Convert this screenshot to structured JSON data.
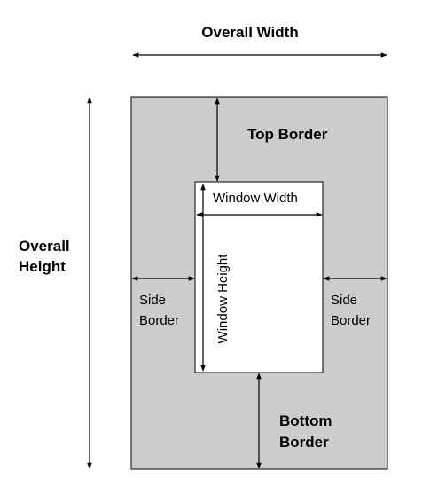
{
  "labels": {
    "overall_width": "Overall Width",
    "overall_height_line1": "Overall",
    "overall_height_line2": "Height",
    "top_border": "Top Border",
    "window_width": "Window Width",
    "window_height": "Window Height",
    "side_border_left_line1": "Side",
    "side_border_left_line2": "Border",
    "side_border_right_line1": "Side",
    "side_border_right_line2": "Border",
    "bottom_border_line1": "Bottom",
    "bottom_border_line2": "Border"
  },
  "colors": {
    "frame_fill": "#cccccc",
    "window_fill": "#ffffff",
    "stroke": "#000000"
  }
}
